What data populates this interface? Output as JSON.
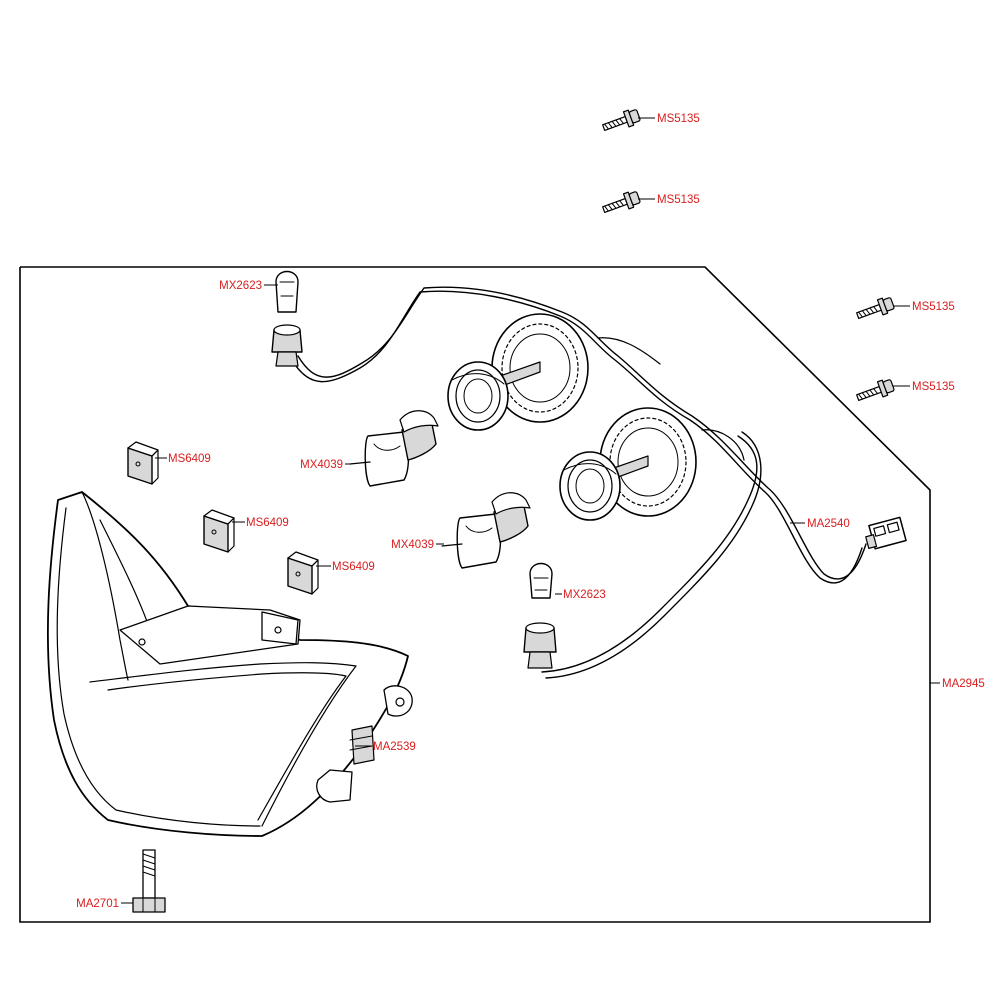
{
  "colors": {
    "label": "#d81e1e",
    "line": "#000000",
    "background": "#ffffff"
  },
  "labels": {
    "screw_1": "MS5135",
    "screw_2": "MS5135",
    "screw_3": "MS5135",
    "screw_4": "MS5135",
    "bulb_small_top": "MX2623",
    "bulb_small_bottom": "MX2623",
    "bulb_main_top": "MX4039",
    "bulb_main_bottom": "MX4039",
    "clip_1": "MS6409",
    "clip_2": "MS6409",
    "clip_3": "MS6409",
    "wiring_harness": "MA2540",
    "headlight_housing": "MA2539",
    "bolt": "MA2701",
    "headlight_assembly": "MA2945"
  }
}
